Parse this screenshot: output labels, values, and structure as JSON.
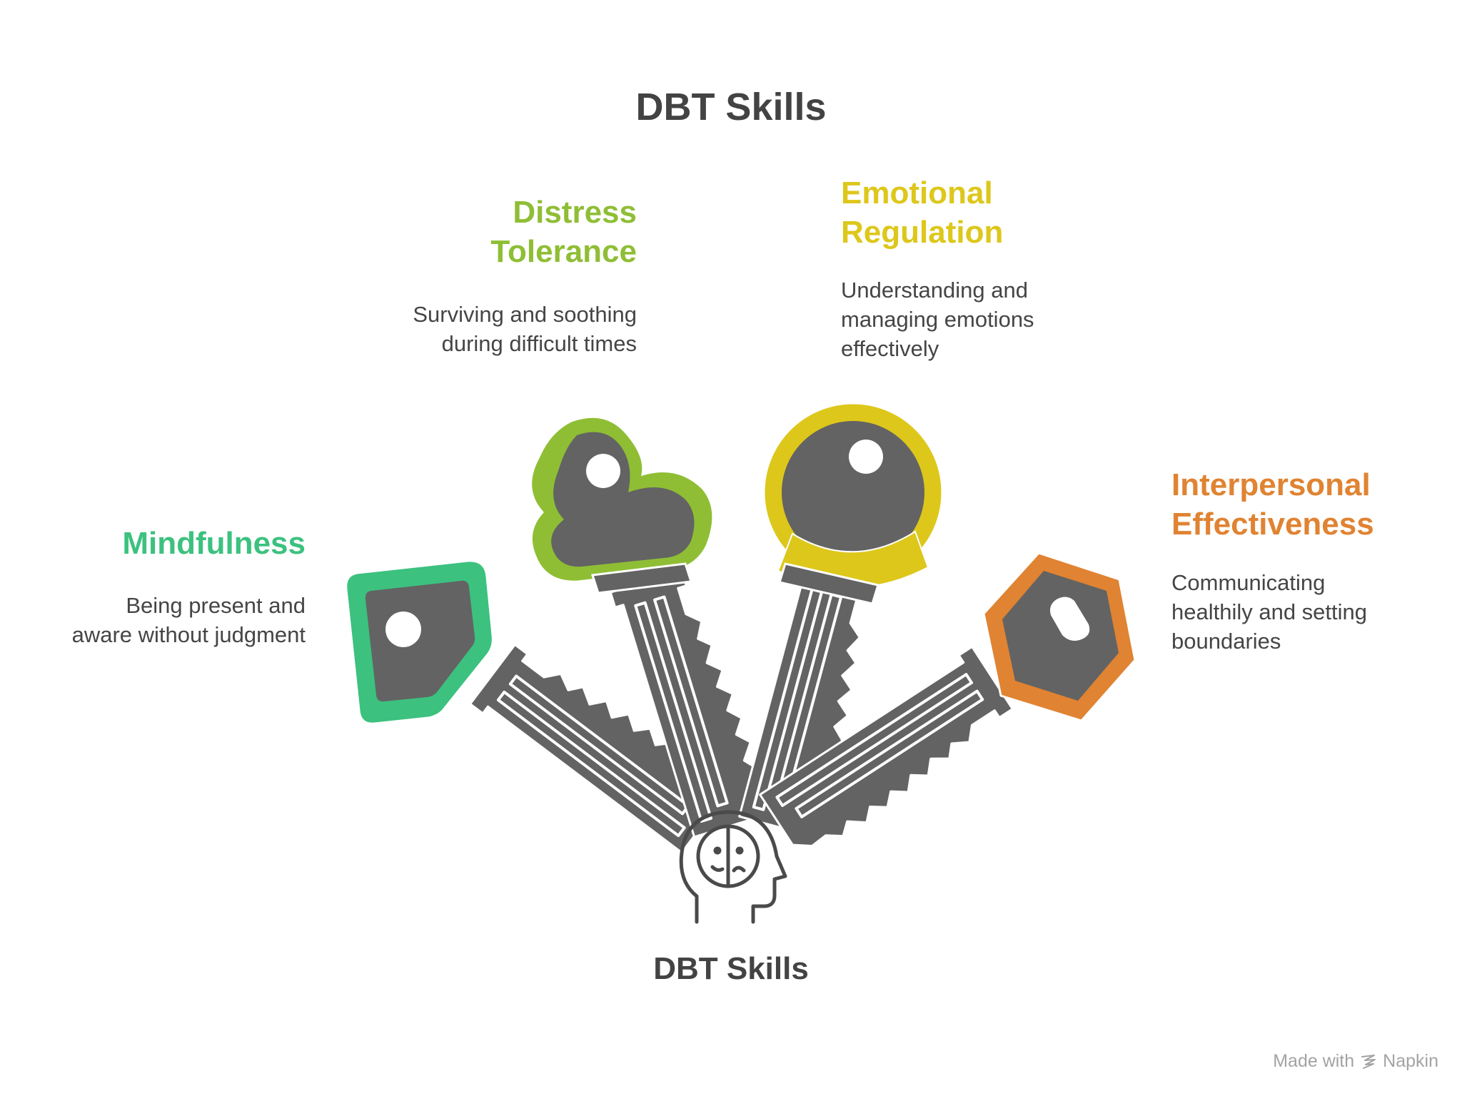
{
  "title": "DBT Skills",
  "center_label": "DBT Skills",
  "skills": [
    {
      "name": "Mindfulness",
      "description_lines": [
        "Being present and",
        "aware without judgment"
      ],
      "color": "#3cc17f",
      "icon": "key-icon"
    },
    {
      "name_lines": [
        "Distress",
        "Tolerance"
      ],
      "description_lines": [
        "Surviving and soothing",
        "during difficult times"
      ],
      "color": "#8fbe35",
      "icon": "key-icon"
    },
    {
      "name_lines": [
        "Emotional",
        "Regulation"
      ],
      "description_lines": [
        "Understanding and",
        "managing emotions",
        "effectively"
      ],
      "color": "#ddc71b",
      "icon": "key-icon"
    },
    {
      "name_lines": [
        "Interpersonal",
        "Effectiveness"
      ],
      "description_lines": [
        "Communicating",
        "healthily and setting",
        "boundaries"
      ],
      "color": "#e08332",
      "icon": "key-icon"
    }
  ],
  "center_icon": "head-face-icon",
  "watermark": {
    "prefix": "Made with",
    "brand": "Napkin",
    "icon": "napkin-logo-icon"
  },
  "colors": {
    "key_body": "#636363",
    "text": "#434343"
  }
}
